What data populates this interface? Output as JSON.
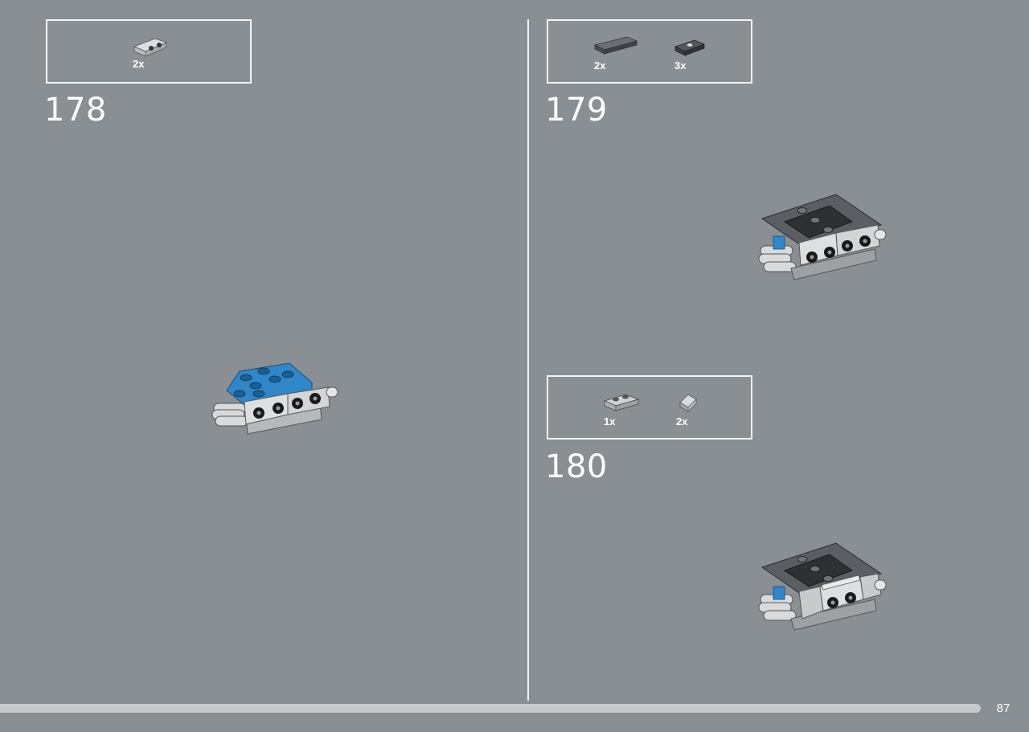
{
  "steps": [
    {
      "number": "178",
      "parts": [
        {
          "name": "bracket-1x2-light-gray",
          "qty": "2x"
        }
      ]
    },
    {
      "number": "179",
      "parts": [
        {
          "name": "tile-1x4-dark-gray",
          "qty": "2x"
        },
        {
          "name": "plate-1x2-jumper-dark-gray",
          "qty": "3x"
        }
      ]
    },
    {
      "number": "180",
      "parts": [
        {
          "name": "plate-1x2-light-gray",
          "qty": "1x"
        },
        {
          "name": "slope-cheese-light-gray",
          "qty": "2x"
        }
      ]
    }
  ],
  "page_number": "87",
  "progress": {
    "fraction": 0.953
  },
  "colors": {
    "background": "#898f93",
    "light_gray": "#c5c8ca",
    "dark_gray": "#5b5e62",
    "blue": "#2f86c9",
    "black": "#1a1a1a"
  }
}
